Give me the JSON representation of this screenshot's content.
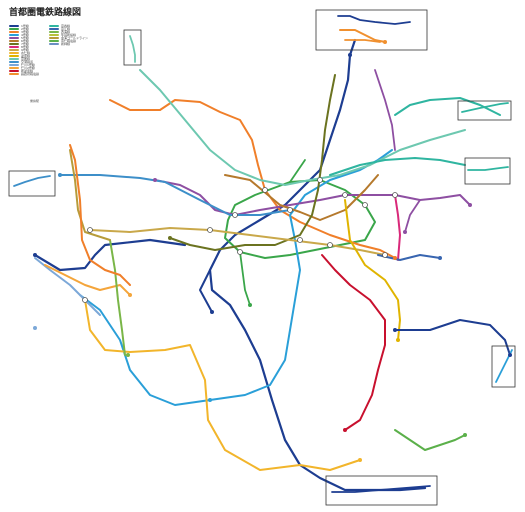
{
  "map": {
    "title": "首都圏電鉄路線図",
    "legend": {
      "column1": [
        {
          "label": "1号線",
          "color": "#1d3d91"
        },
        {
          "label": "2号線",
          "color": "#3aa64a"
        },
        {
          "label": "3号線",
          "color": "#f07f2a"
        },
        {
          "label": "4号線",
          "color": "#2a9fd8"
        },
        {
          "label": "5号線",
          "color": "#8e4fa2"
        },
        {
          "label": "6号線",
          "color": "#b5792c"
        },
        {
          "label": "7号線",
          "color": "#6b7320"
        },
        {
          "label": "8号線",
          "color": "#d9297a"
        },
        {
          "label": "9号線",
          "color": "#c9a84a"
        },
        {
          "label": "水仁線",
          "color": "#f2b52b"
        },
        {
          "label": "盆唐線",
          "color": "#e0b400"
        },
        {
          "label": "京義線",
          "color": "#6dc8b0"
        },
        {
          "label": "空港鉄道",
          "color": "#3d8fc9"
        },
        {
          "label": "仁川1号線",
          "color": "#7ca8d8"
        },
        {
          "label": "仁川2号線",
          "color": "#f4a53b"
        },
        {
          "label": "新盆唐線",
          "color": "#c8102e"
        },
        {
          "label": "議政府軽電鉄",
          "color": "#f0902f"
        }
      ],
      "column2": [
        {
          "label": "京春線",
          "color": "#2fb5a0"
        },
        {
          "label": "京江線",
          "color": "#3865b0"
        },
        {
          "label": "西海線",
          "color": "#7ab648"
        },
        {
          "label": "牛耳新設線",
          "color": "#b8c23a"
        },
        {
          "label": "金浦ゴールドライン",
          "color": "#b79c3a"
        },
        {
          "label": "竜仁軽電鉄",
          "color": "#5bb04a"
        },
        {
          "label": "新林線",
          "color": "#6b8fc2"
        }
      ],
      "footnote": "乗換駅"
    }
  }
}
